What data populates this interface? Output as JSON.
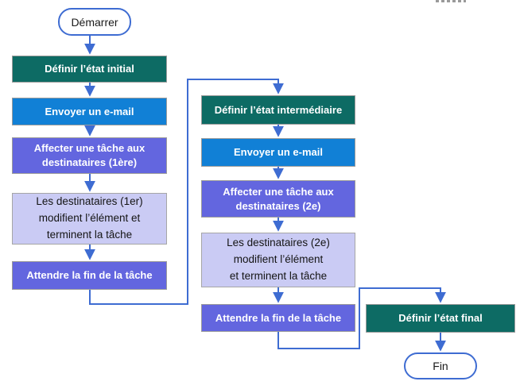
{
  "colors": {
    "teal": "#0D6B64",
    "blue": "#1180D6",
    "purple": "#6366DF",
    "light-purple": "#CACBF4",
    "light-border": "#A6A6A6",
    "connector": "#3E6CD2"
  },
  "flowchart": {
    "start": {
      "label": "Démarrer"
    },
    "column1": {
      "define_initial_state": "Définir l’état initial",
      "send_email": "Envoyer un e-mail",
      "assign_task": "Affecter une tâche aux\ndestinataires (1ère)",
      "recipients_modify": "Les destinataires (1er)\nmodifient l’élément et\nterminent la tâche",
      "wait_task_end": "Attendre la fin de la tâche"
    },
    "column2": {
      "define_intermediate_state": "Définir l’état intermédiaire",
      "send_email": "Envoyer un e-mail",
      "assign_task": "Affecter une tâche aux\ndestinataires (2e)",
      "recipients_modify": "Les destinataires (2e)\nmodifient l’élément\net terminent la tâche",
      "wait_task_end": "Attendre la fin de la tâche"
    },
    "column3": {
      "define_final_state": "Définir l’état final"
    },
    "end": {
      "label": "Fin"
    }
  }
}
